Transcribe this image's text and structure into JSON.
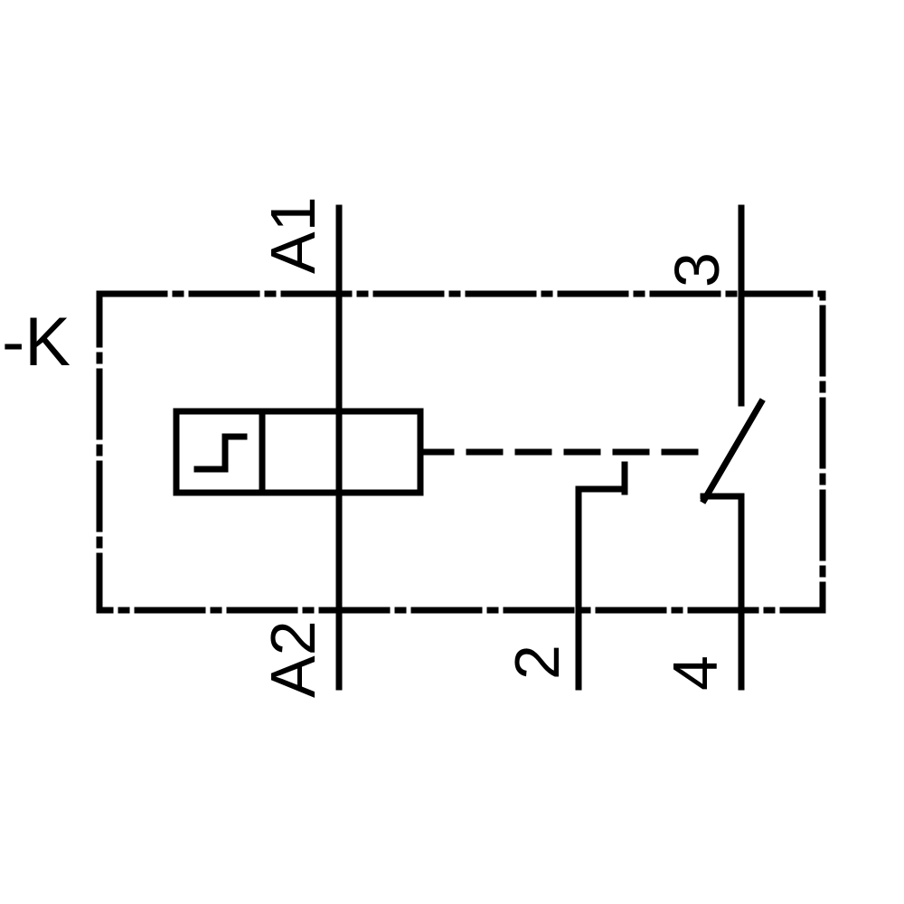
{
  "schematic": {
    "reference_label": "-K",
    "terminals": {
      "coil_top": "A1",
      "coil_bottom": "A2",
      "contact_top": "3",
      "aux_bottom": "2",
      "contact_bottom": "4"
    },
    "icons": {
      "coil_symbol": "relay-coil-box",
      "pulse_symbol": "impulse-step-icon",
      "mechanical_link": "dashed-mechanical-link",
      "boundary": "dash-dot-enclosure"
    },
    "colors": {
      "stroke": "#000000",
      "background": "#ffffff"
    }
  }
}
